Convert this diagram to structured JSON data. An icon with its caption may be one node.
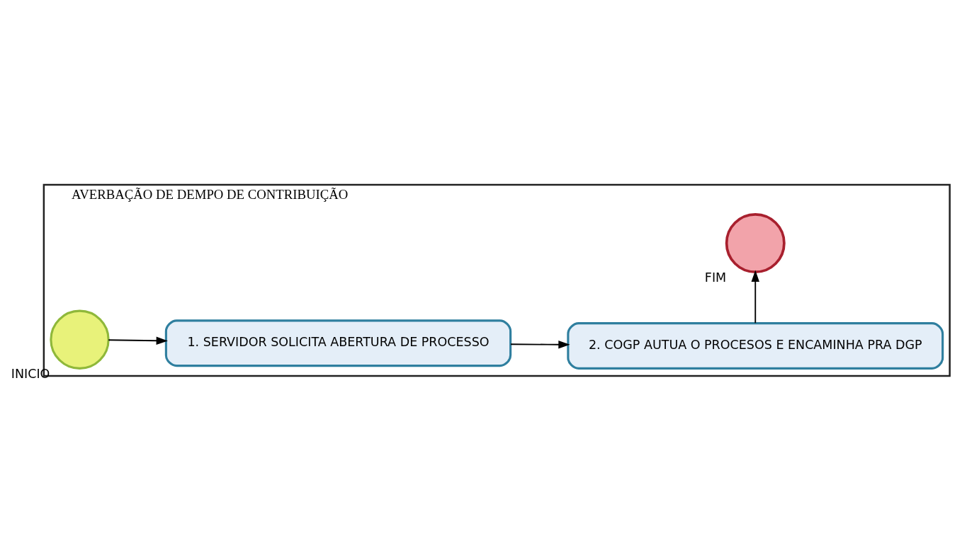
{
  "diagram": {
    "nodes": [
      {
        "text": [
          "AVERBAÇÃO DE DEMPO DE CONTRIBUIÇÃO"
        ]
      },
      {
        "text": [],
        "shape": "circle",
        "beside": [
          "INICIO"
        ],
        "in": 0
      },
      {
        "text": [
          "1. SERVIDOR SOLICITA ABERTURA DE PROCESSO"
        ],
        "in": 0
      },
      {
        "text": [
          "2. COGP AUTUA O PROCESOS E ENCAMINHA PRA DGP"
        ],
        "in": 0
      },
      {
        "text": [],
        "shape": "circle",
        "beside": [
          "FIM"
        ],
        "in": 0
      }
    ],
    "edges": [
      {
        "from": 1,
        "to": 2,
        "arrow": "to"
      },
      {
        "from": 2,
        "to": 3,
        "arrow": "to"
      },
      {
        "from": 3,
        "to": 4,
        "arrow": "to"
      }
    ]
  }
}
